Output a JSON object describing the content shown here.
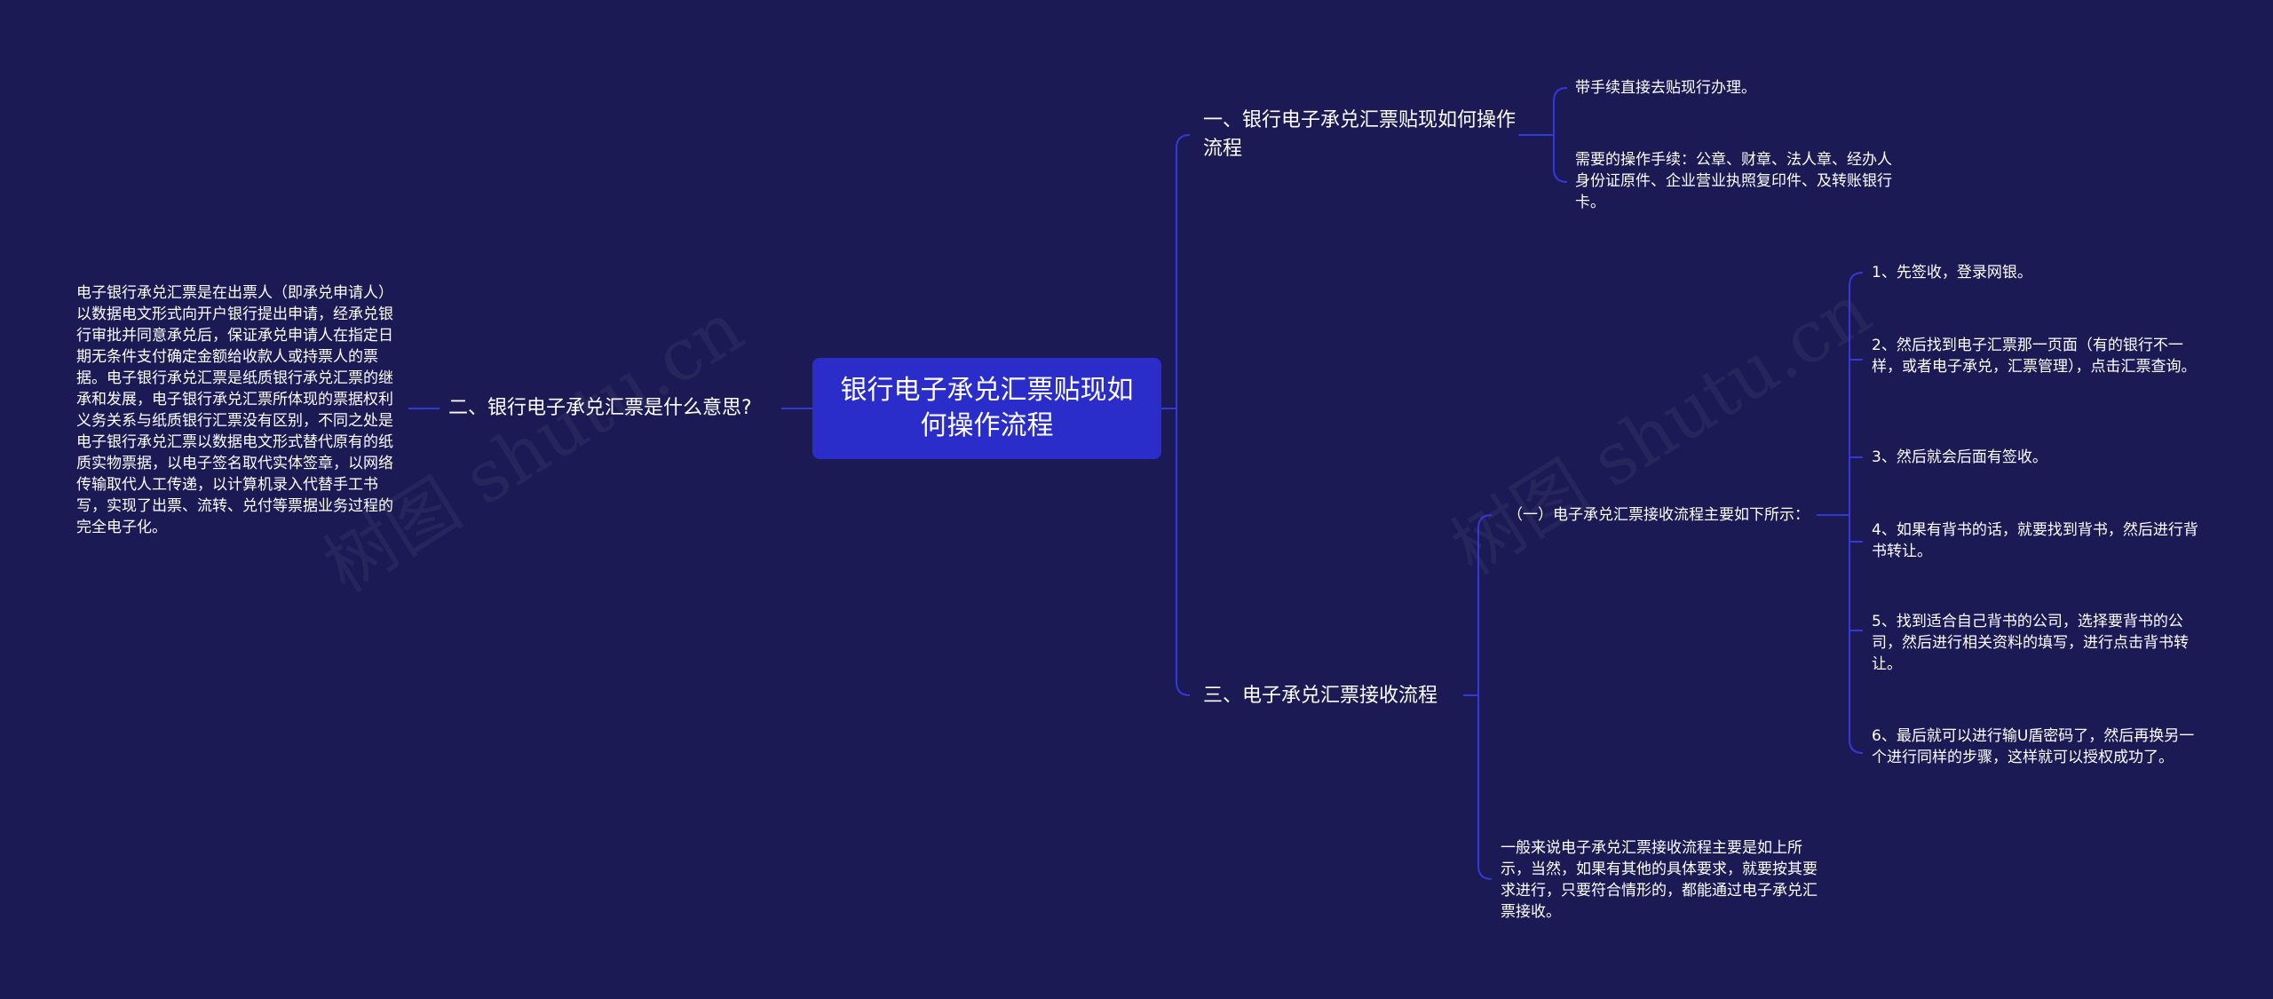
{
  "root": {
    "title": "银行电子承兑汇票贴现如何操作流程"
  },
  "left": {
    "branch": "二、银行电子承兑汇票是什么意思?",
    "detail": "电子银行承兑汇票是在出票人（即承兑申请人）以数据电文形式向开户银行提出申请，经承兑银行审批并同意承兑后，保证承兑申请人在指定日期无条件支付确定金额给收款人或持票人的票据。电子银行承兑汇票是纸质银行承兑汇票的继承和发展，电子银行承兑汇票所体现的票据权利义务关系与纸质银行汇票没有区别，不同之处是电子银行承兑汇票以数据电文形式替代原有的纸质实物票据，以电子签名取代实体签章，以网络传输取代人工传递，以计算机录入代替手工书写，实现了出票、流转、兑付等票据业务过程的完全电子化。"
  },
  "right": {
    "branch1": {
      "label": "一、银行电子承兑汇票贴现如何操作流程",
      "children": [
        "带手续直接去贴现行办理。",
        "需要的操作手续：公章、财章、法人章、经办人身份证原件、企业营业执照复印件、及转账银行卡。"
      ]
    },
    "branch3": {
      "label": "三、电子承兑汇票接收流程",
      "sub": {
        "label": "（一）电子承兑汇票接收流程主要如下所示：",
        "steps": [
          "1、先签收，登录网银。",
          "2、然后找到电子汇票那一页面（有的银行不一样，或者电子承兑，汇票管理），点击汇票查询。",
          "3、然后就会后面有签收。",
          "4、如果有背书的话，就要找到背书，然后进行背书转让。",
          "5、找到适合自己背书的公司，选择要背书的公司，然后进行相关资料的填写，进行点击背书转让。",
          "6、最后就可以进行输U盾密码了，然后再换另一个进行同样的步骤，这样就可以授权成功了。"
        ]
      },
      "note": "一般来说电子承兑汇票接收流程主要是如上所示，当然，如果有其他的具体要求，就要按其要求进行，只要符合情形的，都能通过电子承兑汇票接收。"
    }
  },
  "watermark": "树图 shutu.cn",
  "colors": {
    "background": "#1b1a54",
    "root": "#2a2dc9",
    "edge": "#3338d6",
    "text": "#ffffff"
  }
}
